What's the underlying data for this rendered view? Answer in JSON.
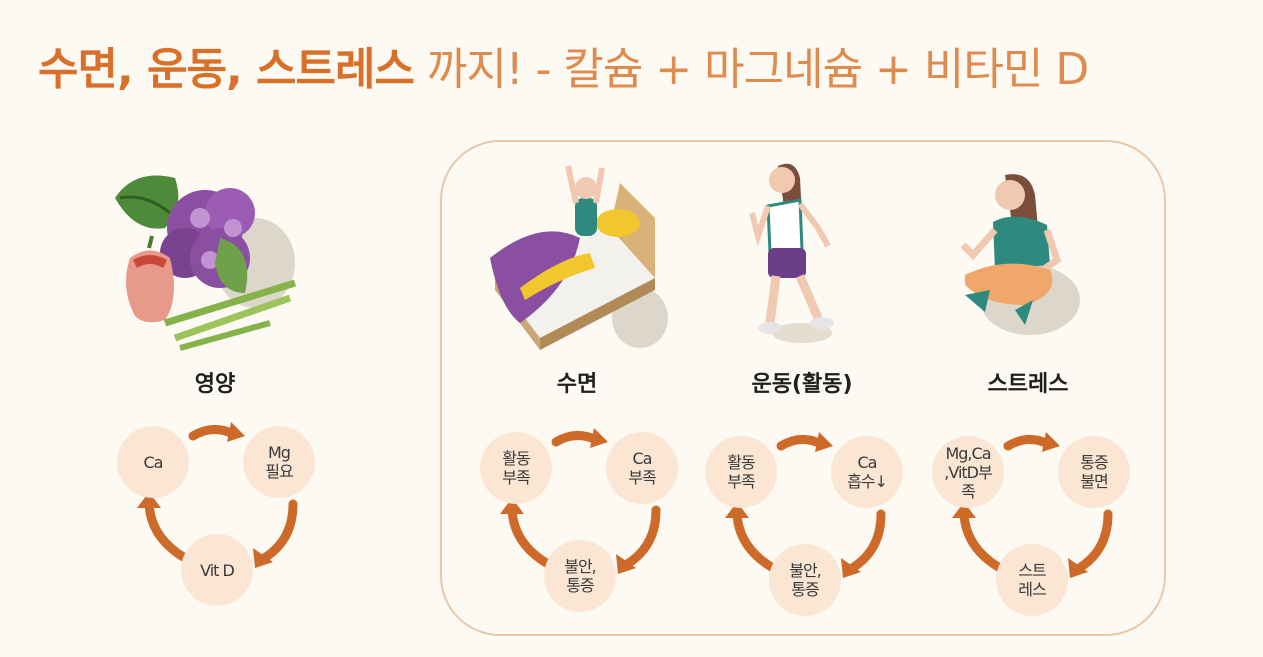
{
  "title": {
    "bold": "수면, 운동, 스트레스",
    "light": "까지! - 칼슘 + 마그네슘 + 비타민 D"
  },
  "colors": {
    "accent": "#d9702a",
    "node_bg": "#fbe6d4",
    "panel_border": "#e7c9a9",
    "arrow": "#cd6a2a"
  },
  "sections": [
    {
      "label": "영양",
      "nodes": [
        "Ca",
        "Mg\n필요",
        "Vit D"
      ]
    },
    {
      "label": "수면",
      "nodes": [
        "활동\n부족",
        "Ca\n부족",
        "불안,\n통증"
      ]
    },
    {
      "label": "운동(활동)",
      "nodes": [
        "활동\n부족",
        "Ca\n흡수↓",
        "불안,\n통증"
      ]
    },
    {
      "label": "스트레스",
      "nodes": [
        "Mg,Ca\n,VitD부\n족",
        "통증\n불면",
        "스트\n레스"
      ]
    }
  ]
}
